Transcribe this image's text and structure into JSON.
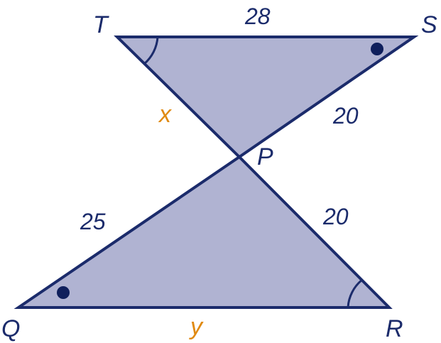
{
  "diagram": {
    "vertices": {
      "T": "T",
      "S": "S",
      "P": "P",
      "Q": "Q",
      "R": "R"
    },
    "side_labels": {
      "TS": "28",
      "SP": "20",
      "QP": "25",
      "PR": "20"
    },
    "unknowns": {
      "TP": "x",
      "QR": "y"
    },
    "colors": {
      "fill": "#b0b3d2",
      "stroke": "#1b2b6b",
      "unknown_label": "#e08a12"
    }
  }
}
